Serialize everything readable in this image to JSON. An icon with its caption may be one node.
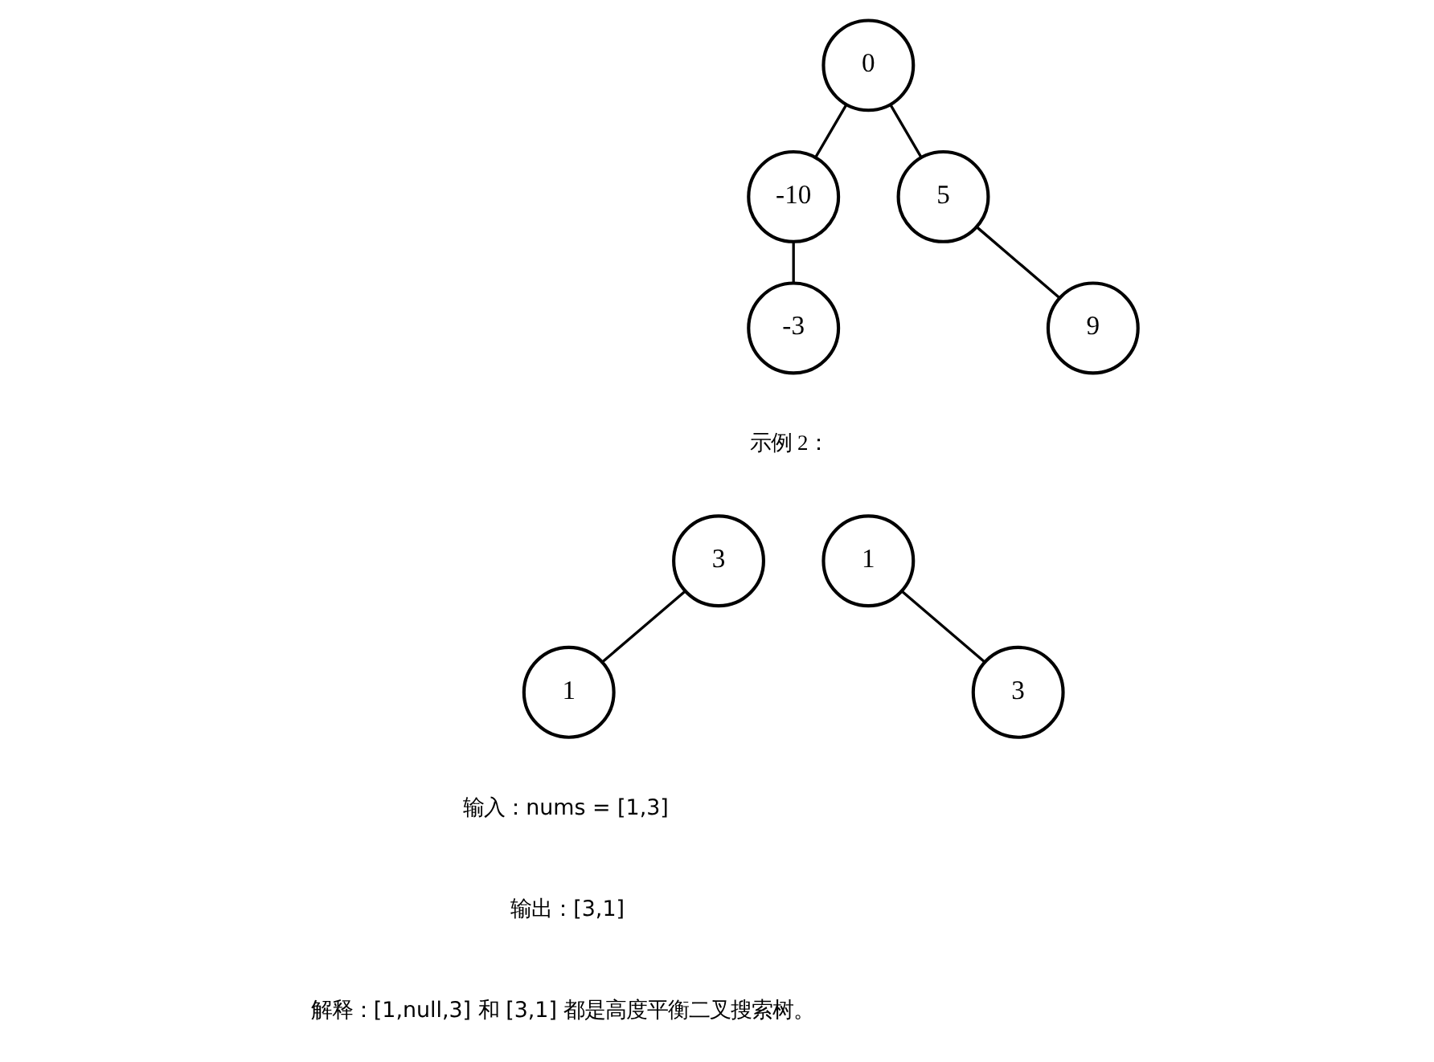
{
  "diagram": {
    "nodes": [
      {
        "text": [
          "0"
        ]
      },
      {
        "text": [
          "-10"
        ]
      },
      {
        "text": [
          "5"
        ]
      },
      {
        "text": [
          "-3"
        ]
      },
      {
        "text": [
          "9"
        ]
      },
      {
        "text": [
          "3"
        ]
      },
      {
        "text": [
          "1"
        ]
      },
      {
        "text": [
          "1"
        ]
      },
      {
        "text": [
          "3"
        ]
      }
    ],
    "edges": [
      {
        "from": 0,
        "to": 1,
        "arrow": "none"
      },
      {
        "from": 0,
        "to": 2,
        "arrow": "none"
      },
      {
        "from": 1,
        "to": 3,
        "arrow": "none"
      },
      {
        "from": 2,
        "to": 4,
        "arrow": "none"
      },
      {
        "from": 5,
        "to": 6,
        "arrow": "none"
      },
      {
        "from": 7,
        "to": 8,
        "arrow": "none"
      }
    ],
    "labels": [
      "示例 2：",
      "输入：nums = [1,3]",
      "输出：[3,1]",
      "解释：[1,null,3] 和 [3,1] 都是高度平衡二叉搜索树。"
    ]
  }
}
